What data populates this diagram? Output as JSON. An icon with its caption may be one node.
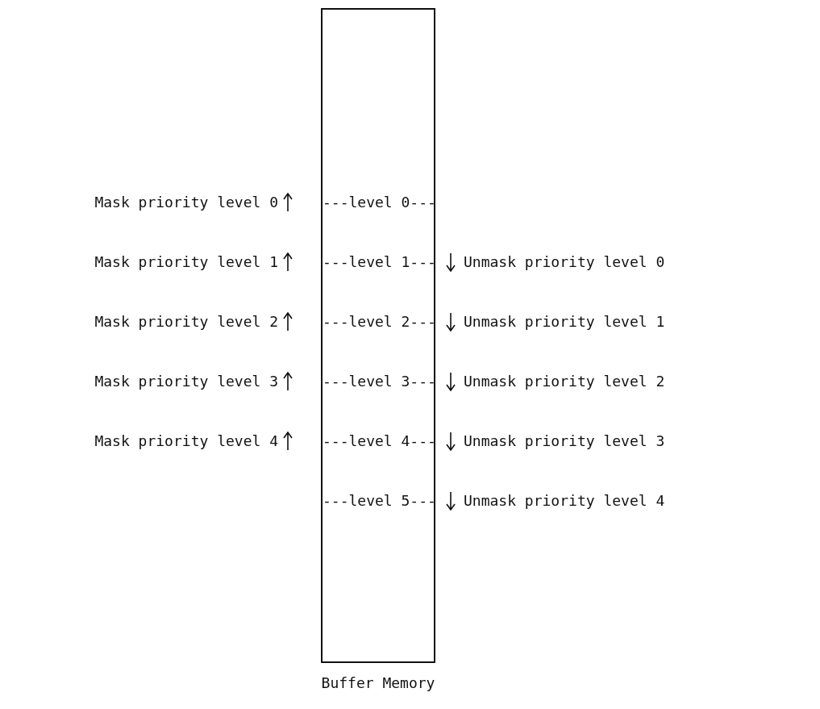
{
  "diagram": {
    "nodes": [
      {
        "text": [
          "Buffer Memory"
        ]
      }
    ],
    "labels": [
      "Mask priority level 0",
      "---level 0---",
      "Mask priority level 1",
      "---level 1---",
      "Unmask priority level 0",
      "Mask priority level 2",
      "---level 2---",
      "Unmask priority level 1",
      "Mask priority level 3",
      "---level 3---",
      "Unmask priority level 2",
      "Mask priority level 4",
      "---level 4---",
      "Unmask priority level 3",
      "---level 5---",
      "Unmask priority level 4"
    ]
  }
}
